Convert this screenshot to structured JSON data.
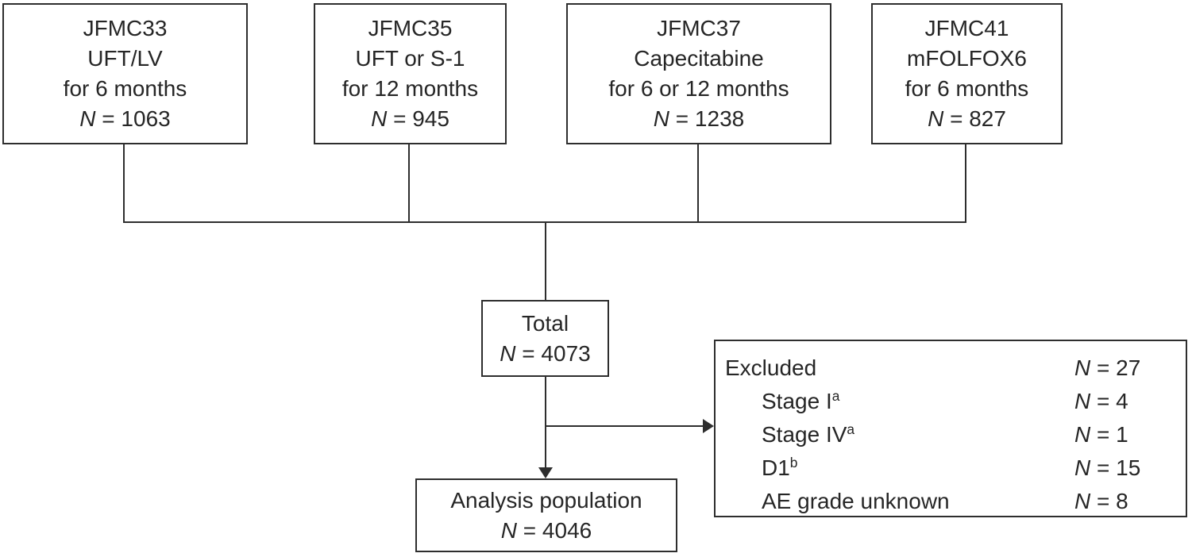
{
  "colors": {
    "ink": "#2e2e2e",
    "background": "#ffffff"
  },
  "trial_boxes": [
    {
      "name": "JFMC33",
      "regimen": "UFT/LV",
      "duration": "for 6 months",
      "n_symbol": "N",
      "n_value": "= 1063"
    },
    {
      "name": "JFMC35",
      "regimen": "UFT or S-1",
      "duration": "for 12 months",
      "n_symbol": "N",
      "n_value": "= 945"
    },
    {
      "name": "JFMC37",
      "regimen": "Capecitabine",
      "duration": "for 6 or 12 months",
      "n_symbol": "N",
      "n_value": "= 1238"
    },
    {
      "name": "JFMC41",
      "regimen": "mFOLFOX6",
      "duration": "for 6 months",
      "n_symbol": "N",
      "n_value": "= 827"
    }
  ],
  "total_box": {
    "label": "Total",
    "n_symbol": "N",
    "n_value": "= 4073"
  },
  "excluded_box": {
    "rows": [
      {
        "label": "Excluded",
        "superscript": "",
        "n_symbol": "N",
        "n_value": "= 27"
      },
      {
        "label": "Stage I",
        "superscript": "a",
        "n_symbol": "N",
        "n_value": "= 4"
      },
      {
        "label": "Stage IV",
        "superscript": "a",
        "n_symbol": "N",
        "n_value": "= 1"
      },
      {
        "label": "D1",
        "superscript": "b",
        "n_symbol": "N",
        "n_value": "= 15"
      },
      {
        "label": "AE grade unknown",
        "superscript": "",
        "n_symbol": "N",
        "n_value": "= 8"
      }
    ]
  },
  "analysis_box": {
    "label": "Analysis population",
    "n_symbol": "N",
    "n_value": "= 4046"
  }
}
